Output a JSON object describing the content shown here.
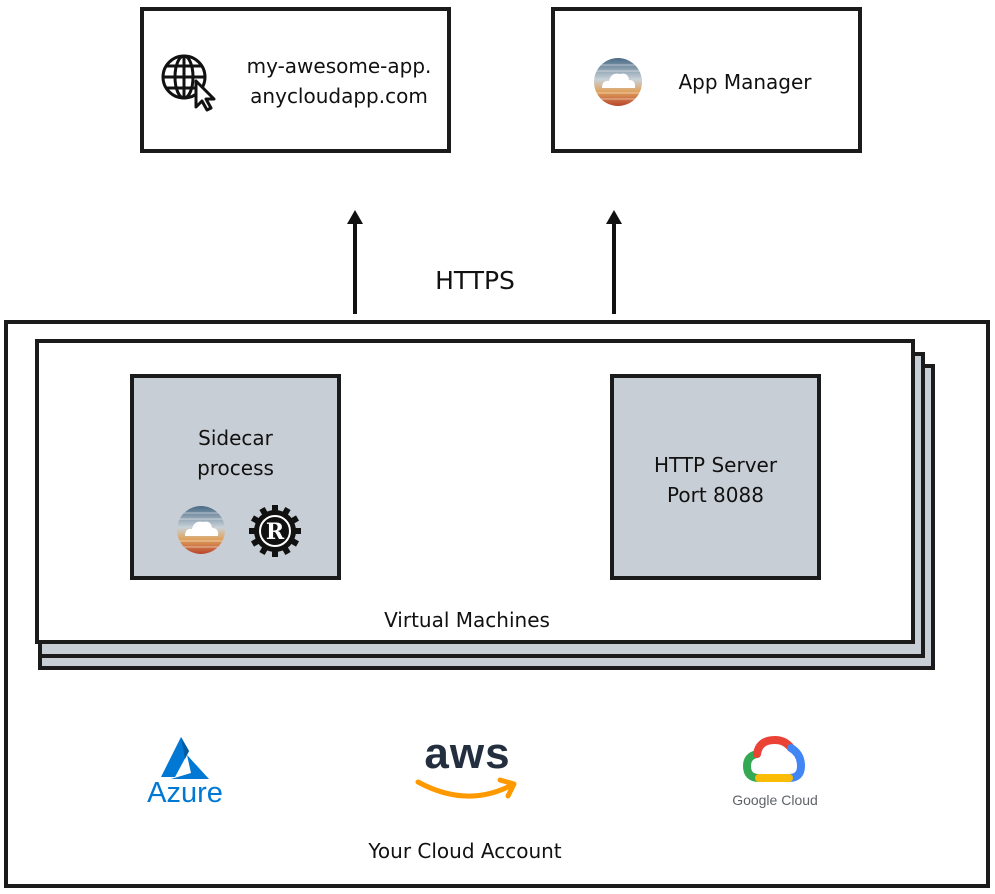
{
  "top": {
    "website": {
      "line1": "my-awesome-app.",
      "line2": "anycloudapp.com",
      "icon": "globe-cursor-icon"
    },
    "app_manager": {
      "label": "App Manager",
      "icon": "anycloud-logo-icon"
    }
  },
  "connection": {
    "label": "HTTPS"
  },
  "vm": {
    "label": "Virtual Machines",
    "sidecar": {
      "line1": "Sidecar",
      "line2": "process",
      "icons": [
        "anycloud-logo-icon",
        "rust-logo-icon"
      ]
    },
    "server": {
      "line1": "HTTP Server",
      "line2": "Port 8088"
    }
  },
  "cloud": {
    "label": "Your Cloud Account",
    "azure": {
      "name": "Azure",
      "color": "#0078d4"
    },
    "aws": {
      "name": "aws",
      "color": "#232f3e",
      "smile_color": "#ff9900"
    },
    "gcp": {
      "name": "Google Cloud",
      "colors": [
        "#ea4335",
        "#4285f4",
        "#34a853",
        "#fbbc05"
      ]
    }
  }
}
